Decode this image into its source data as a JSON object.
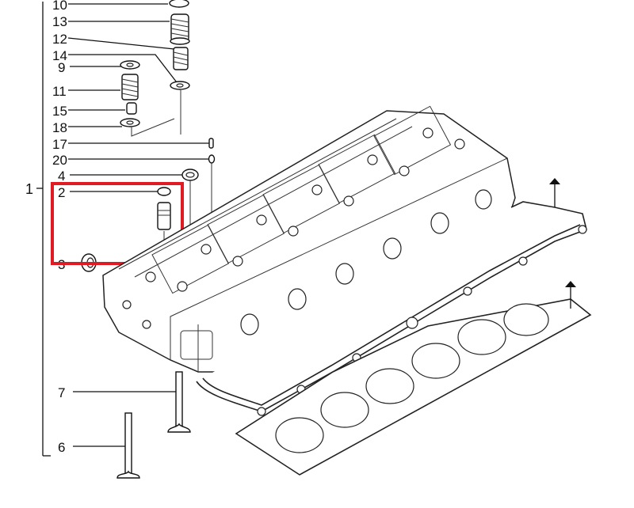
{
  "diagram": {
    "callouts": [
      {
        "id": "c10",
        "label": "10"
      },
      {
        "id": "c13",
        "label": "13"
      },
      {
        "id": "c12",
        "label": "12"
      },
      {
        "id": "c14",
        "label": "14"
      },
      {
        "id": "c9",
        "label": "9"
      },
      {
        "id": "c11",
        "label": "11"
      },
      {
        "id": "c15",
        "label": "15"
      },
      {
        "id": "c18",
        "label": "18"
      },
      {
        "id": "c17",
        "label": "17"
      },
      {
        "id": "c20",
        "label": "20"
      },
      {
        "id": "c4",
        "label": "4"
      },
      {
        "id": "c1",
        "label": "1"
      },
      {
        "id": "c2",
        "label": "2"
      },
      {
        "id": "c3",
        "label": "3"
      },
      {
        "id": "c7",
        "label": "7"
      },
      {
        "id": "c6",
        "label": "6"
      }
    ],
    "highlight_color": "#e01b24",
    "line_color": "#111111"
  }
}
